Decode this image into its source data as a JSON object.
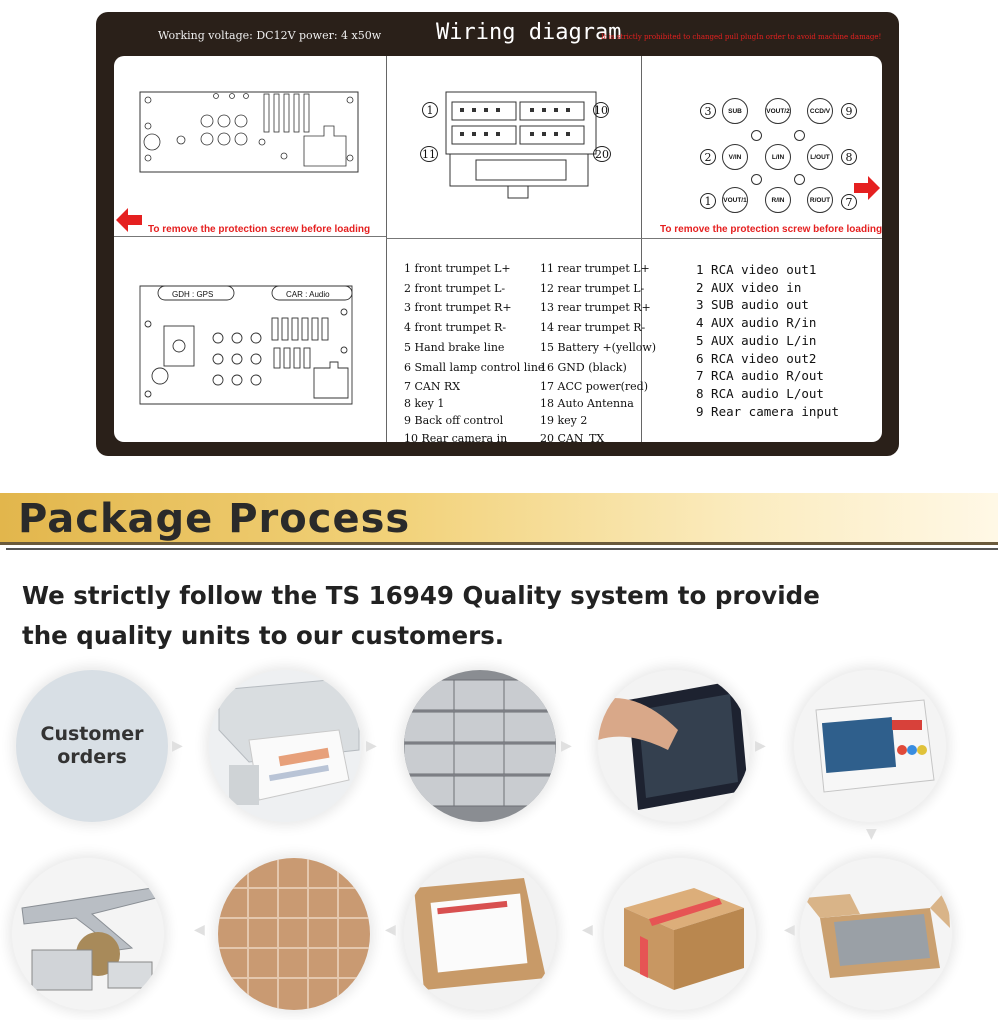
{
  "wiring": {
    "voltage_text": "Working voltage: DC12V power: 4 x50w",
    "title": "Wiring diagram",
    "warning": "It is strictly prohibited to changed pull plugIn order to avoid machine damage!",
    "remove_screw_left": "To remove the protection screw before loading",
    "remove_screw_right": "To remove the protection screw before loading",
    "gdh_label": "GDH : GPS",
    "car_label": "CAR : Audio",
    "connector_numbers": [
      "1",
      "10",
      "11",
      "20"
    ],
    "pins_col1": [
      "1 front trumpet L+",
      "2 front trumpet L-",
      "3 front trumpet R+",
      "4 front trumpet R-",
      "5 Hand brake line",
      "6 Small lamp control line",
      "7 CAN RX",
      "8 key 1",
      "9 Back off control",
      "10 Rear camera in"
    ],
    "pins_col2": [
      "11 rear trumpet L+",
      "12 rear trumpet L-",
      "13 rear trumpet R+",
      "14 rear trumpet R-",
      "15 Battery +(yellow)",
      "16 GND (black)",
      "17 ACC power(red)",
      "18 Auto Antenna",
      "19 key 2",
      "20 CAN_TX"
    ],
    "rca_list": [
      "1 RCA video out1",
      "2 AUX video in",
      "3 SUB audio out",
      "4 AUX audio R/in",
      "5 AUX audio L/in",
      "6 RCA video out2",
      "7 RCA audio R/out",
      "8 RCA audio L/out",
      "9 Rear camera input"
    ],
    "rca_jacks": {
      "row1": [
        {
          "n": "3",
          "label": "SUB"
        },
        {
          "n": "",
          "label": "VOUT/2"
        },
        {
          "n": "9",
          "label": "CCD/V"
        }
      ],
      "row2": [
        {
          "n": "2",
          "label": "V/IN"
        },
        {
          "n": "",
          "label": "L/IN"
        },
        {
          "n": "8",
          "label": "L/OUT"
        }
      ],
      "row3": [
        {
          "n": "1",
          "label": "VOUT/1"
        },
        {
          "n": "",
          "label": "R/IN"
        },
        {
          "n": "7",
          "label": "R/OUT"
        }
      ]
    },
    "colors": {
      "panel": "#2a2019",
      "warning_red": "#e52020"
    }
  },
  "package": {
    "title": "Package Process",
    "description_line1": "We strictly follow the TS 16949 Quality system to provide",
    "description_line2": "the quality units to our customers.",
    "first_step": "Customer orders"
  }
}
